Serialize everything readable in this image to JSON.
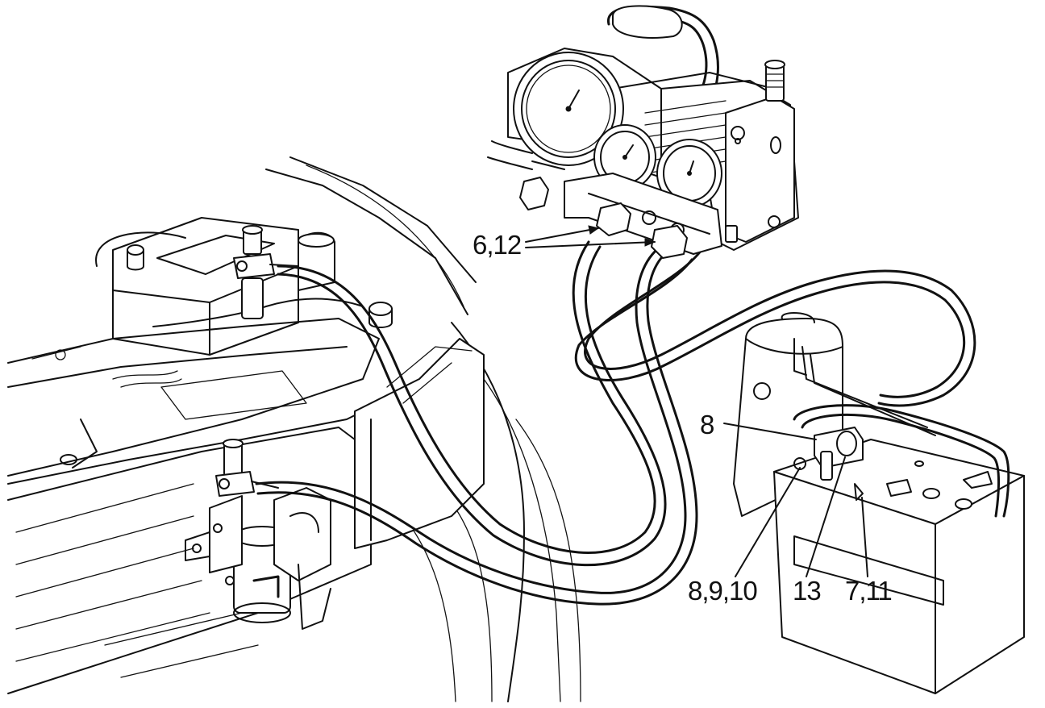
{
  "callouts": {
    "c1": "6,12",
    "c2": "8",
    "c3": "8,9,10",
    "c4": "13",
    "c5": "7,11"
  }
}
